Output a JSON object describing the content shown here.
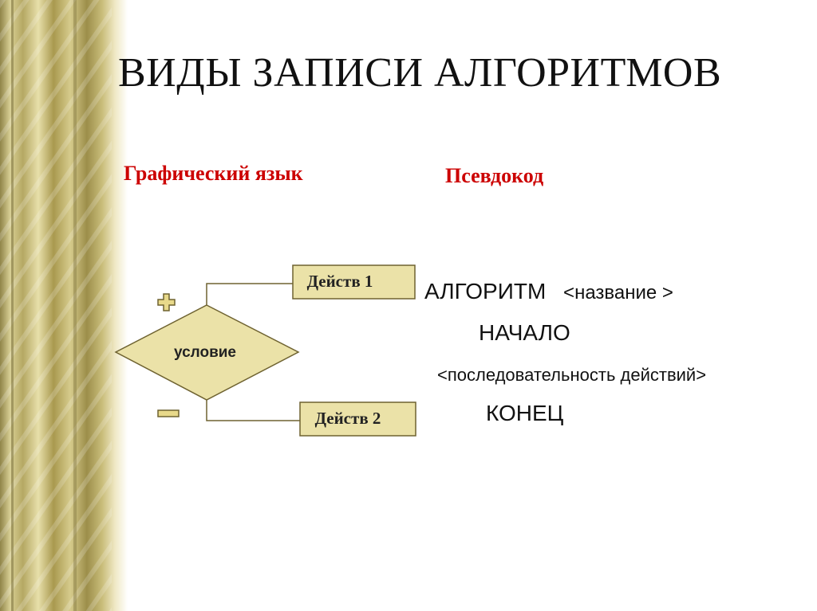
{
  "slide": {
    "title": "ВИДЫ ЗАПИСИ АЛГОРИТМОВ",
    "graphic_heading": "Графический язык",
    "pseudocode_heading": "Псевдокод"
  },
  "flowchart": {
    "condition_label": "условие",
    "action1_label": "Действ 1",
    "action2_label": "Действ 2",
    "plus_sign": "+",
    "minus_sign": "—"
  },
  "pseudocode": {
    "line1_keyword": "АЛГОРИТМ",
    "line1_name": "<название >",
    "line2": "НАЧАЛО",
    "line3": "<последовательность действий>",
    "line4": "КОНЕЦ"
  },
  "colors": {
    "shape_fill": "#ebe2a8",
    "shape_stroke": "#6e6230",
    "sign_fill": "#e8d98a",
    "heading_red": "#cc0000",
    "rail_gold": "#b9ad6c"
  }
}
